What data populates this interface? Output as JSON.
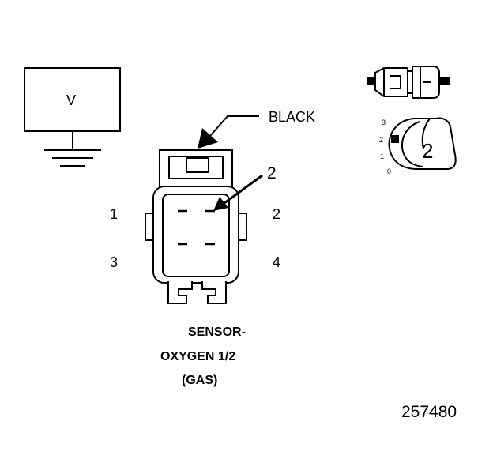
{
  "meter": {
    "label": "V"
  },
  "connector": {
    "color_label": "BLACK",
    "callout_pin": "2",
    "pins": [
      "1",
      "2",
      "3",
      "4"
    ]
  },
  "view_indicator": {
    "positions": [
      "3",
      "2",
      "1",
      "0"
    ],
    "selected": "2"
  },
  "caption": {
    "line1": "SENSOR-",
    "line2": "OXYGEN 1/2",
    "line3": "(GAS)"
  },
  "figure_number": "257480",
  "colors": {
    "line": "#000000",
    "fill": "#ffffff"
  }
}
